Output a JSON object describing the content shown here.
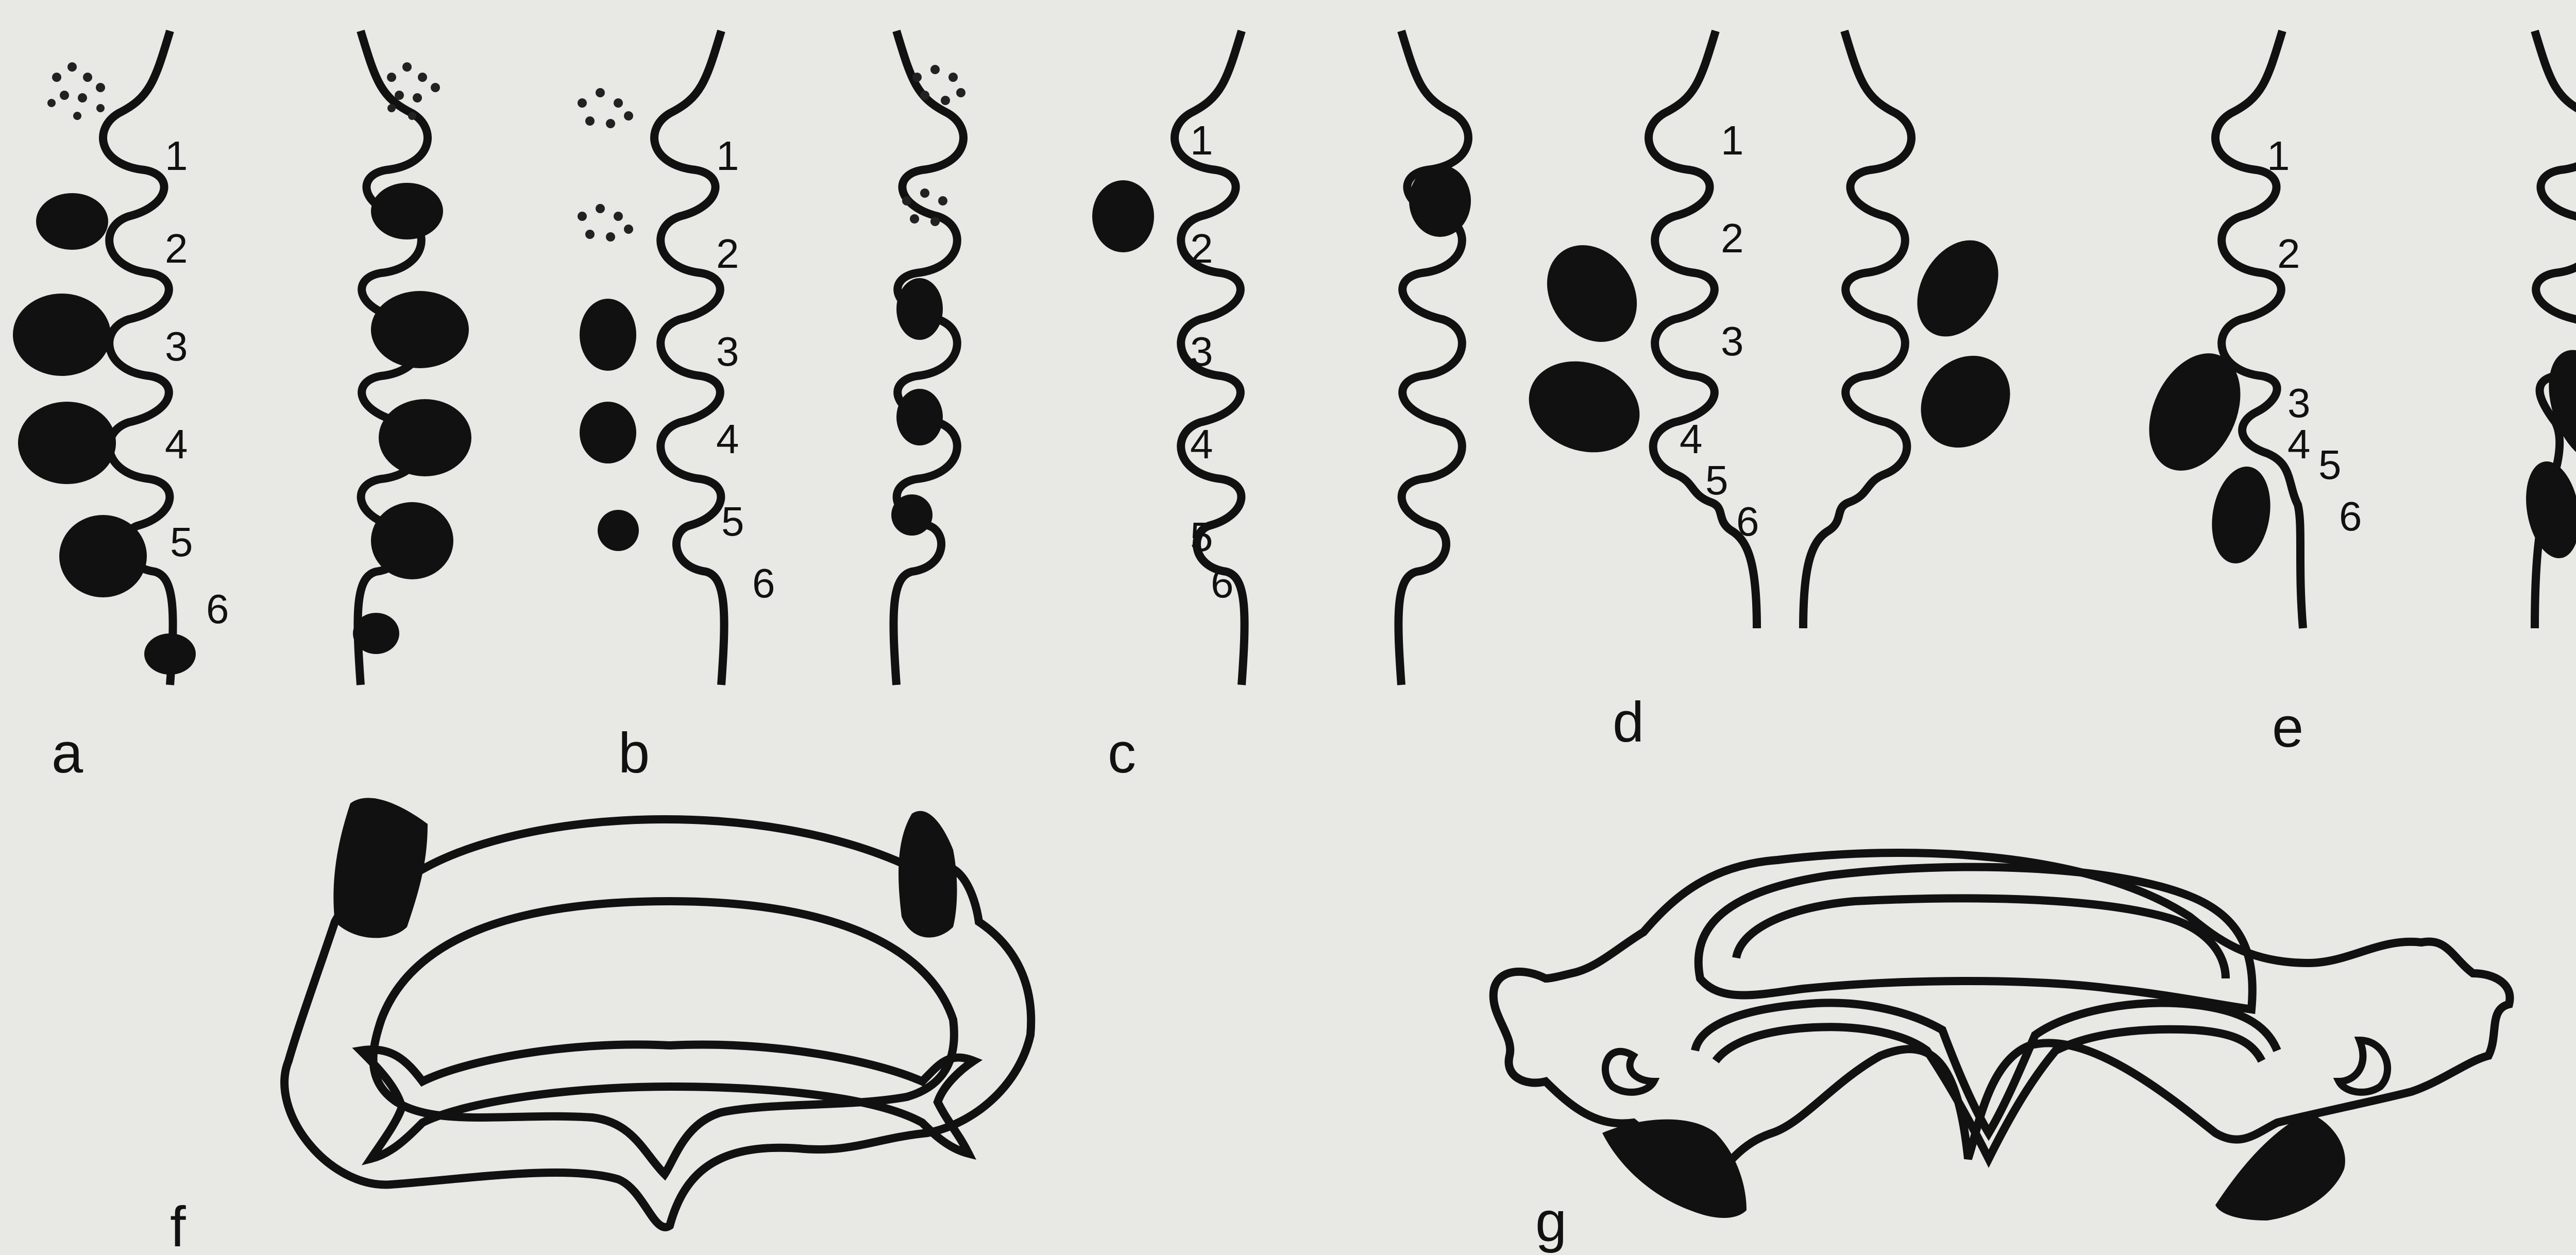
{
  "figure": {
    "colors": {
      "paper": "#e8e8e4",
      "ink": "#111111",
      "stipple": "#222222"
    },
    "panels": [
      {
        "id": "a",
        "caption": "a",
        "numbers": [
          "1",
          "2",
          "3",
          "4",
          "5",
          "6"
        ]
      },
      {
        "id": "b",
        "caption": "b",
        "numbers": [
          "1",
          "2",
          "3",
          "4",
          "5",
          "6"
        ]
      },
      {
        "id": "c",
        "caption": "c",
        "numbers": [
          "1",
          "2",
          "3",
          "4",
          "5",
          "6"
        ]
      },
      {
        "id": "d",
        "caption": "d",
        "numbers": [
          "1",
          "2",
          "3",
          "4",
          "5",
          "6"
        ]
      },
      {
        "id": "e",
        "caption": "e",
        "numbers": [
          "1",
          "2",
          "3",
          "4",
          "5",
          "6"
        ]
      },
      {
        "id": "f",
        "caption": "f"
      },
      {
        "id": "g",
        "caption": "g"
      }
    ]
  }
}
